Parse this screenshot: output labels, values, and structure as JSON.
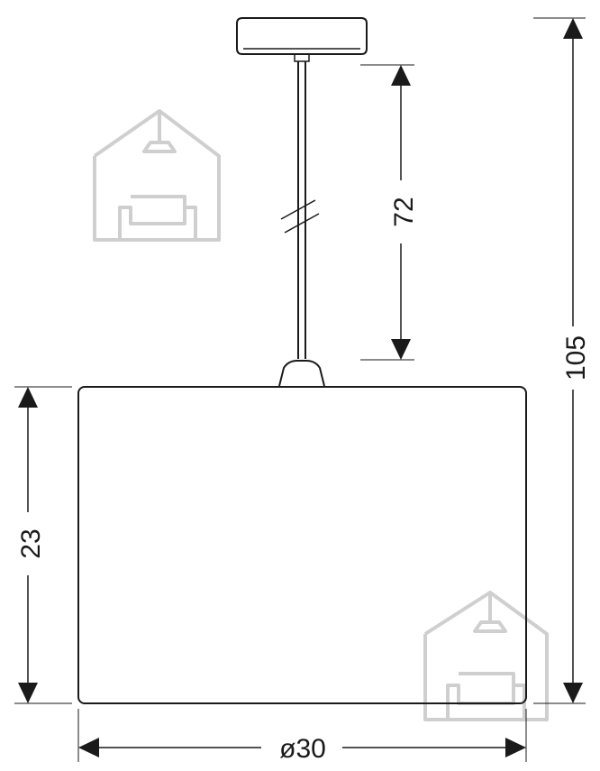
{
  "dimensions": {
    "total_height": "105",
    "cable_length": "72",
    "shade_height": "23",
    "shade_diameter": "ø30"
  },
  "colors": {
    "line": "#1a1a1a",
    "watermark": "#cfcfcf",
    "background": "#ffffff"
  },
  "watermark_icon": "house-lamp-sofa-icon"
}
